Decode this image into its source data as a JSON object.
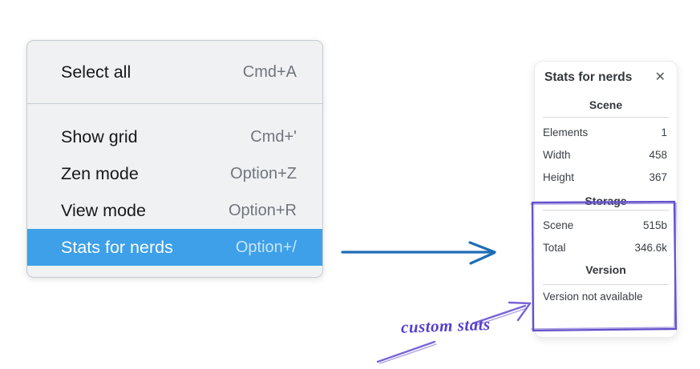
{
  "context_menu": {
    "sections": [
      {
        "items": [
          {
            "label": "Select all",
            "shortcut": "Cmd+A"
          }
        ]
      },
      {
        "items": [
          {
            "label": "Show grid",
            "shortcut": "Cmd+'"
          },
          {
            "label": "Zen mode",
            "shortcut": "Option+Z"
          },
          {
            "label": "View mode",
            "shortcut": "Option+R"
          },
          {
            "label": "Stats for nerds",
            "shortcut": "Option+/",
            "selected": true
          }
        ]
      }
    ]
  },
  "stats_panel": {
    "title": "Stats for nerds",
    "close_glyph": "✕",
    "sections": [
      {
        "title": "Scene",
        "rows": [
          {
            "label": "Elements",
            "value": "1"
          },
          {
            "label": "Width",
            "value": "458"
          },
          {
            "label": "Height",
            "value": "367"
          }
        ]
      },
      {
        "title": "Storage",
        "rows": [
          {
            "label": "Scene",
            "value": "515b"
          },
          {
            "label": "Total",
            "value": "346.6k"
          }
        ]
      },
      {
        "title": "Version",
        "rows": [],
        "note": "Version not available"
      }
    ]
  },
  "annotation": {
    "text": "custom stats"
  },
  "colors": {
    "menu_highlight": "#3da0e8",
    "menu_background": "#f0f1f3",
    "arrow_blue": "#1e6db6",
    "annotation_purple": "#6350cb"
  }
}
